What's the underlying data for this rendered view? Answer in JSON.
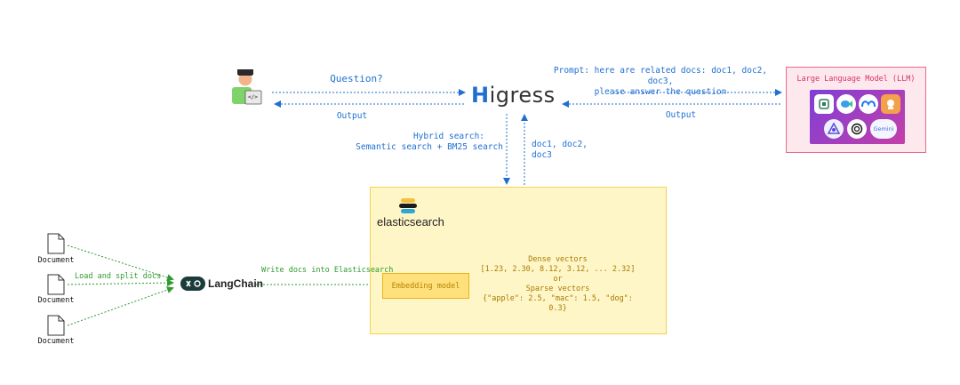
{
  "higress": {
    "h": "H",
    "rest": "igress"
  },
  "user": {
    "code": "</>"
  },
  "edges": {
    "question": "Question?",
    "output_left": "Output",
    "prompt_line1": "Prompt: here are related docs: doc1, doc2, doc3,",
    "prompt_line2": "please answer the question",
    "output_right": "Output",
    "hybrid_line1": "Hybrid search:",
    "hybrid_line2": "Semantic search + BM25 search",
    "docs_back": "doc1, doc2, doc3",
    "load_split": "Load and split docs",
    "write_docs": "Write docs into Elasticsearch"
  },
  "llm": {
    "title": "Large Language Model (LLM)",
    "logos": [
      "glm-icon",
      "fish-icon",
      "meta-icon",
      "qwen-icon",
      "moonshot-icon",
      "openai-icon",
      "gemini-icon"
    ],
    "gemini": "Gemini"
  },
  "elasticsearch": {
    "name": "elasticsearch"
  },
  "embedding": {
    "label": "Embedding model"
  },
  "vectors": {
    "dense_title": "Dense vectors",
    "dense_values": "[1.23, 2.30, 8.12, 3.12, ... 2.32]",
    "or": "or",
    "sparse_title": "Sparse vectors",
    "sparse_values": "{\"apple\": 2.5, \"mac\": 1.5, \"dog\": 0.3}"
  },
  "langchain": {
    "name": "LangChain"
  },
  "documents": [
    "Document",
    "Document",
    "Document"
  ],
  "colors": {
    "blue": "#1f6fd1",
    "green": "#2e9b2e",
    "yellow": "#f2c94c",
    "pink": "#d6336c"
  }
}
